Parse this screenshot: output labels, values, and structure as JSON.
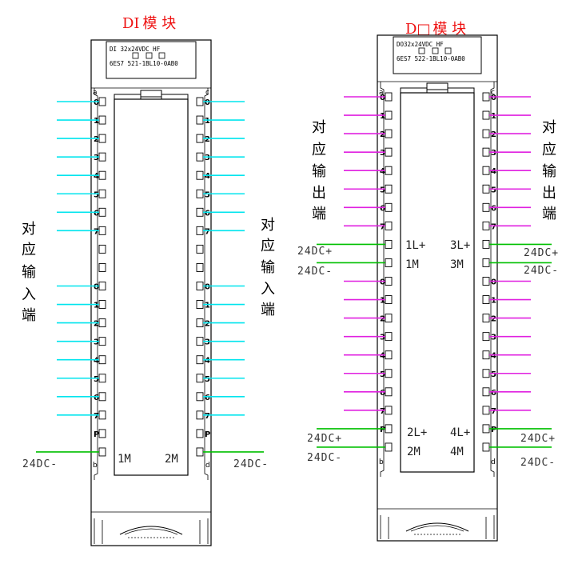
{
  "di_module": {
    "title_prefix": "DI",
    "title_suffix": "模 块",
    "header_line1": "DI 32x24VDC HF",
    "header_line2": "6ES7 521-1BL10-0AB0",
    "left_top_letter": "a",
    "left_bottom_letter": "b",
    "right_top_letter": "c",
    "right_bottom_letter": "d",
    "channel_labels": [
      "0",
      "1",
      "2",
      "3",
      "4",
      "5",
      "6",
      "7"
    ],
    "p_label": "P",
    "common_left": "1M",
    "common_right": "2M",
    "label_left": [
      "对",
      "应",
      "输",
      "入",
      "端"
    ],
    "label_right": [
      "对",
      "应",
      "输",
      "入",
      "端"
    ],
    "supply_left": "24DC-",
    "supply_right": "24DC-",
    "wire_color": "#00e5ee",
    "supply_wire_color": "#00c000"
  },
  "dq_module": {
    "title_prefix": "D",
    "title_box": "□",
    "title_suffix": "模 块",
    "title_color": "#ee1111",
    "header_line1": "DO32x24VDC HF",
    "header_line2": "6ES7 522-1BL10-0AB0",
    "left_top_letter": "a",
    "left_bottom_letter": "b",
    "right_top_letter": "c",
    "right_bottom_letter": "d",
    "channel_labels": [
      "0",
      "1",
      "2",
      "3",
      "4",
      "5",
      "6",
      "7"
    ],
    "p_label": "P",
    "supply_top_left_plus": "1L+",
    "supply_top_right_plus": "3L+",
    "supply_top_left_minus": "1M",
    "supply_top_right_minus": "3M",
    "supply_bottom_left_plus": "2L+",
    "supply_bottom_right_plus": "4L+",
    "supply_bottom_left_minus": "2M",
    "supply_bottom_right_minus": "4M",
    "label_left": [
      "对",
      "应",
      "输",
      "出",
      "端"
    ],
    "label_right": [
      "对",
      "应",
      "输",
      "出",
      "端"
    ],
    "plus_left_top": "24DC+",
    "minus_left_top": "24DC-",
    "plus_right_top": "24DC+",
    "minus_right_top": "24DC-",
    "plus_left_bottom": "24DC+",
    "minus_left_bottom": "24DC-",
    "plus_right_bottom": "24DC+",
    "minus_right_bottom": "24DC-",
    "wire_color": "#e020e0",
    "supply_wire_color": "#00c000"
  }
}
